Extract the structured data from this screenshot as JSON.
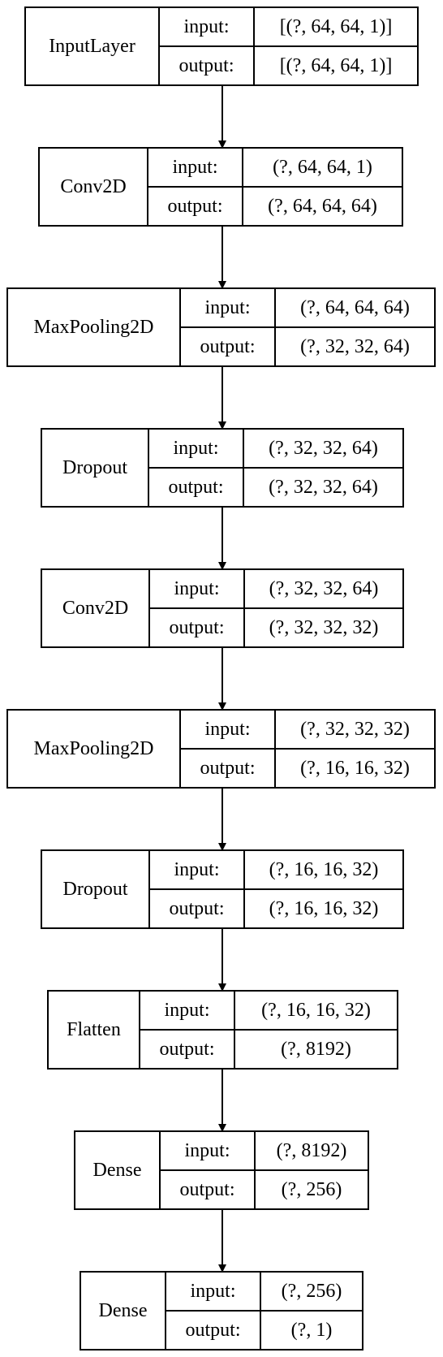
{
  "layers": [
    {
      "name": "InputLayer",
      "input_label": "input:",
      "input_shape": "[(?, 64, 64, 1)]",
      "output_label": "output:",
      "output_shape": "[(?, 64, 64, 1)]"
    },
    {
      "name": "Conv2D",
      "input_label": "input:",
      "input_shape": "(?, 64, 64, 1)",
      "output_label": "output:",
      "output_shape": "(?, 64, 64, 64)"
    },
    {
      "name": "MaxPooling2D",
      "input_label": "input:",
      "input_shape": "(?, 64, 64, 64)",
      "output_label": "output:",
      "output_shape": "(?, 32, 32, 64)"
    },
    {
      "name": "Dropout",
      "input_label": "input:",
      "input_shape": "(?, 32, 32, 64)",
      "output_label": "output:",
      "output_shape": "(?, 32, 32, 64)"
    },
    {
      "name": "Conv2D",
      "input_label": "input:",
      "input_shape": "(?, 32, 32, 64)",
      "output_label": "output:",
      "output_shape": "(?, 32, 32, 32)"
    },
    {
      "name": "MaxPooling2D",
      "input_label": "input:",
      "input_shape": "(?, 32, 32, 32)",
      "output_label": "output:",
      "output_shape": "(?, 16, 16, 32)"
    },
    {
      "name": "Dropout",
      "input_label": "input:",
      "input_shape": "(?, 16, 16, 32)",
      "output_label": "output:",
      "output_shape": "(?, 16, 16, 32)"
    },
    {
      "name": "Flatten",
      "input_label": "input:",
      "input_shape": "(?, 16, 16, 32)",
      "output_label": "output:",
      "output_shape": "(?, 8192)"
    },
    {
      "name": "Dense",
      "input_label": "input:",
      "input_shape": "(?, 8192)",
      "output_label": "output:",
      "output_shape": "(?, 256)"
    },
    {
      "name": "Dense",
      "input_label": "input:",
      "input_shape": "(?, 256)",
      "output_label": "output:",
      "output_shape": "(?, 1)"
    }
  ],
  "colors": {
    "stroke": "#000000",
    "background": "#ffffff"
  }
}
